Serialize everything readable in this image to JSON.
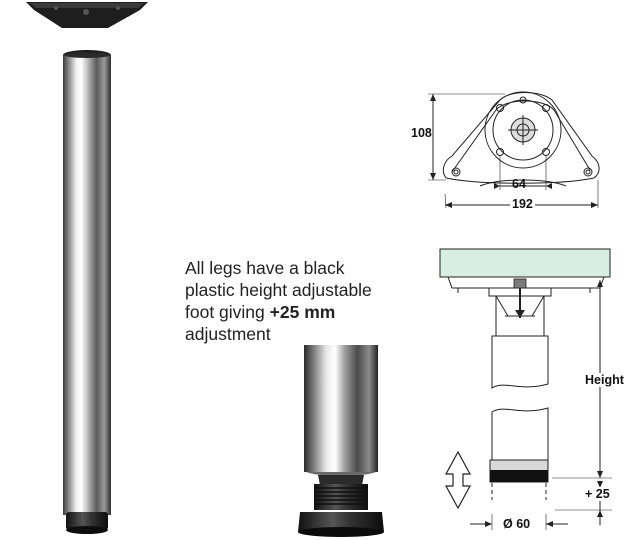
{
  "caption": {
    "line1": "All legs have a black",
    "line2": "plastic height adjustable",
    "line3_prefix": "foot giving ",
    "line3_bold": "+25 mm",
    "line4": "adjustment"
  },
  "top_view": {
    "height_dim": "108",
    "hole_spacing_dim": "64",
    "width_dim": "192"
  },
  "side_view": {
    "height_label": "Height",
    "adjust_label": "+ 25",
    "diameter_label": "Ø 60"
  }
}
